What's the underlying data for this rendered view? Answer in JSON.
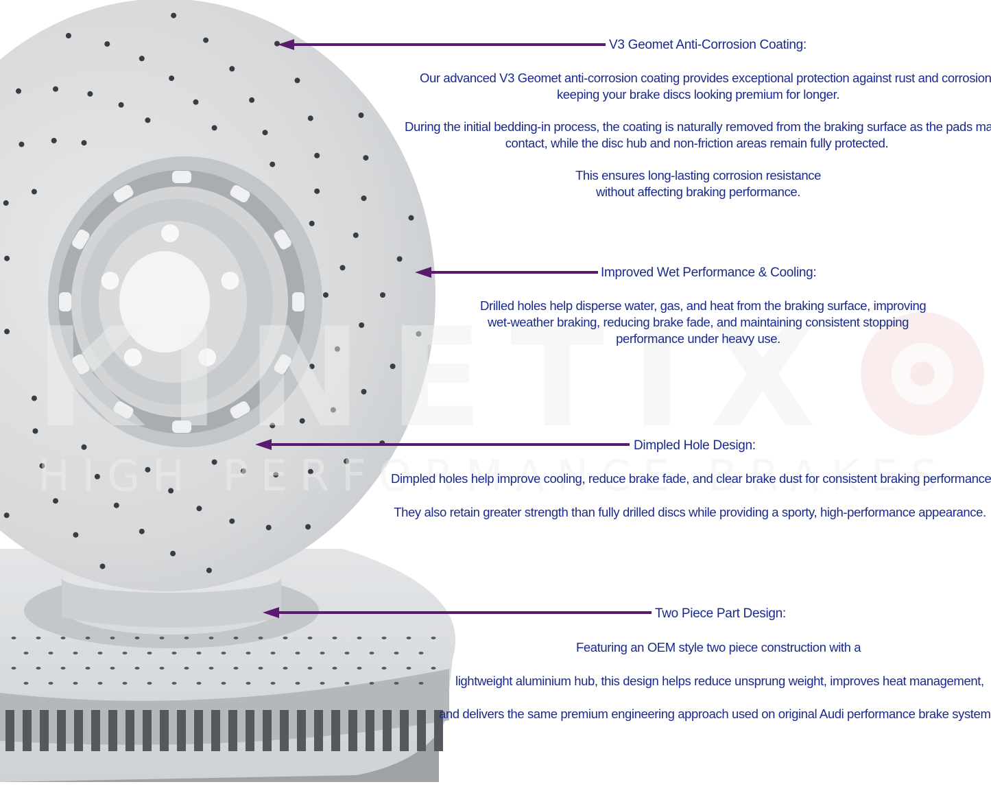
{
  "colors": {
    "text": "#1a2a8c",
    "arrow": "#5a1a6e",
    "disc": "#d7d9db",
    "disc_dark": "#b9bcbf",
    "watermark": "#eceeef",
    "watermark_accent": "#f7e2e2"
  },
  "watermark": {
    "brand": "KINETIX",
    "tagline": "HIGH PERFORMANCE BRAKES"
  },
  "sections": [
    {
      "heading": "V3 Geomet Anti-Corrosion Coating:",
      "paragraphs": [
        [
          "Our advanced V3 Geomet anti-corrosion coating provides exceptional protection against rust and corrosion,",
          "keeping your brake discs looking premium for longer."
        ],
        [
          "During the initial bedding-in process, the coating is naturally removed from the braking surface as the pads make",
          "contact, while the disc hub and non-friction areas remain fully protected."
        ],
        [
          "This ensures long-lasting corrosion resistance",
          "without affecting braking performance."
        ]
      ]
    },
    {
      "heading": "Improved Wet Performance & Cooling:",
      "paragraphs": [
        [
          "Drilled holes help disperse water, gas, and heat from the braking surface, improving",
          "wet-weather braking, reducing brake fade, and maintaining consistent stopping",
          "performance under heavy use."
        ]
      ]
    },
    {
      "heading": "Dimpled Hole Design:",
      "paragraphs": [
        [
          "Dimpled holes help improve cooling, reduce brake fade, and clear brake dust for consistent braking performance."
        ],
        [
          "They also retain greater strength than fully drilled discs while providing a sporty, high-performance appearance."
        ]
      ]
    },
    {
      "heading": "Two Piece Part Design:",
      "paragraphs": [
        [
          "Featuring an OEM style two piece construction with a"
        ],
        [
          "lightweight aluminium hub, this design helps reduce unsprung weight, improves heat management,"
        ],
        [
          "and delivers the same premium engineering approach used on original Audi performance brake systems."
        ]
      ]
    }
  ]
}
